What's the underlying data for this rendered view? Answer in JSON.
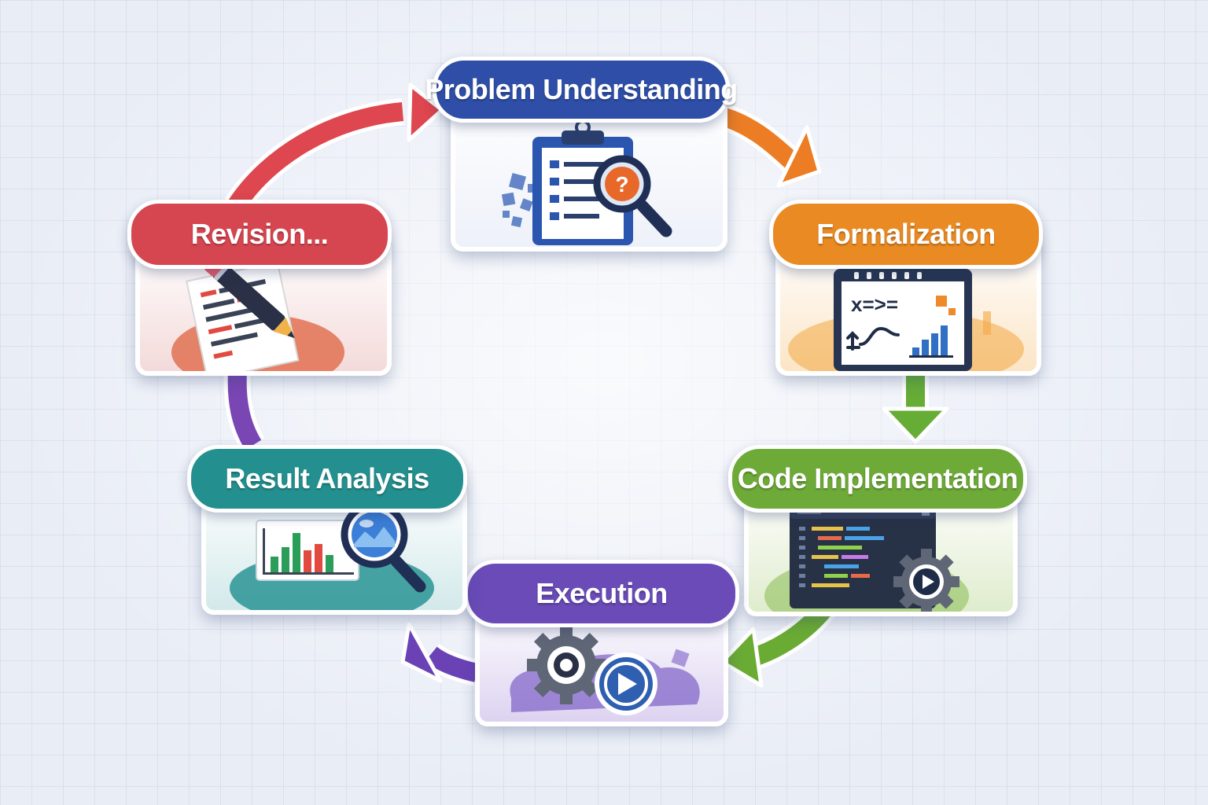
{
  "diagram": {
    "type": "cycle",
    "stages": [
      {
        "id": "problem",
        "label": "Problem Understanding",
        "color": "#2f4ea8",
        "panel_tint": "#eef1f9",
        "icon": "clipboard-question-icon"
      },
      {
        "id": "formal",
        "label": "Formalization",
        "color": "#ea8a22",
        "panel_tint": "#fbe5c6",
        "icon": "formula-chart-board-icon"
      },
      {
        "id": "code",
        "label": "Code Implementation",
        "color": "#6eaa38",
        "panel_tint": "#dfeccd",
        "icon": "code-editor-gear-icon"
      },
      {
        "id": "exec",
        "label": "Execution",
        "color": "#6a4bb8",
        "panel_tint": "#ddd3f1",
        "icon": "gear-play-icon"
      },
      {
        "id": "result",
        "label": "Result Analysis",
        "color": "#23908f",
        "panel_tint": "#d3e9ea",
        "icon": "bar-chart-magnifier-icon"
      },
      {
        "id": "revision",
        "label": "Revision...",
        "color": "#d64650",
        "panel_tint": "#f4dada",
        "icon": "document-pencil-icon"
      }
    ],
    "arrows": [
      {
        "from": "revision",
        "to": "problem",
        "color": "#de4650"
      },
      {
        "from": "problem",
        "to": "formal",
        "color": "#ec7d24"
      },
      {
        "from": "formal",
        "to": "code",
        "color": "#66ad36"
      },
      {
        "from": "code",
        "to": "exec",
        "color": "#6aab34"
      },
      {
        "from": "exec",
        "to": "result",
        "color": "#6a42b6"
      },
      {
        "from": "result",
        "to": "revision",
        "color": "#7a46b4"
      }
    ]
  }
}
